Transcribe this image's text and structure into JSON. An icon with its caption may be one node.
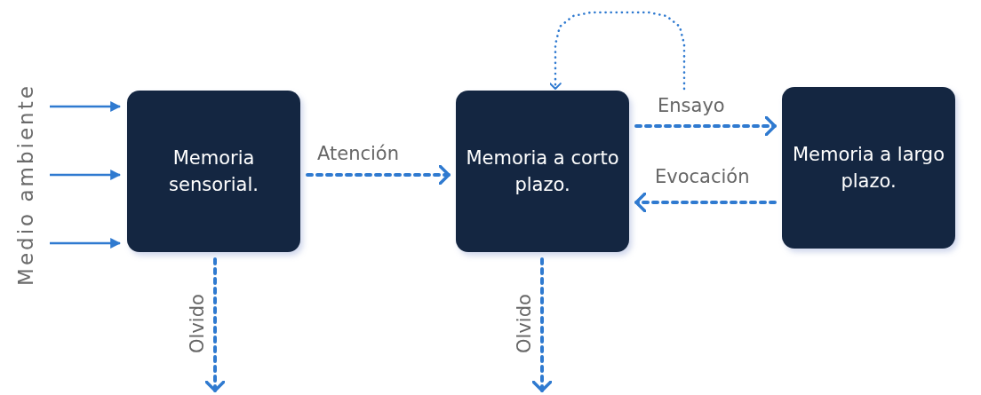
{
  "diagram": {
    "nodes": [
      {
        "text": [
          "Medio ambiente"
        ]
      },
      {
        "text": [
          "Memoria sensorial."
        ]
      },
      {
        "text": [
          "Memoria a corto plazo."
        ]
      },
      {
        "text": [
          "Memoria a largo plazo."
        ]
      }
    ],
    "edges": [
      {
        "from": 0,
        "to": 1,
        "arrow": "to"
      },
      {
        "from": 0,
        "to": 1,
        "arrow": "to"
      },
      {
        "from": 0,
        "to": 1,
        "arrow": "to"
      },
      {
        "from": 1,
        "to": 2,
        "arrow": "to",
        "label": "Atención",
        "style": "dashed"
      },
      {
        "from": 2,
        "to": 3,
        "arrow": "to",
        "label": "Ensayo",
        "style": "dashed"
      },
      {
        "from": 3,
        "to": 2,
        "arrow": "to",
        "label": "Evocación",
        "style": "dashed"
      },
      {
        "from": 2,
        "to": 2,
        "arrow": "to",
        "style": "dashed"
      },
      {
        "from": 1,
        "to": null,
        "arrow": "to",
        "label": "Olvido",
        "style": "dashed"
      },
      {
        "from": 2,
        "to": null,
        "arrow": "to",
        "label": "Olvido",
        "style": "dashed"
      }
    ]
  }
}
